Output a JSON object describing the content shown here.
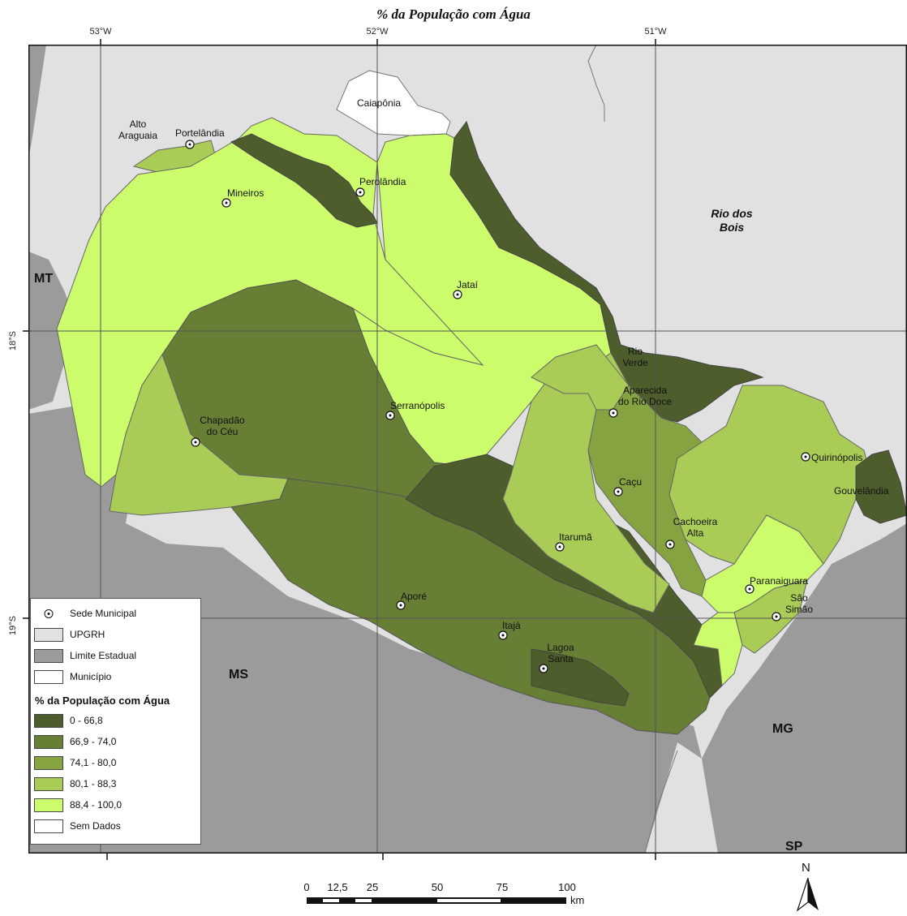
{
  "title": "% da População com Água",
  "graticule": {
    "longitudes": [
      "53°W",
      "52°W",
      "51°W"
    ],
    "latitudes": [
      "18°S",
      "19°S"
    ]
  },
  "states": {
    "mt": "MT",
    "ms": "MS",
    "mg": "MG",
    "sp": "SP"
  },
  "neighbors": {
    "caiaponia": "Caiapônia",
    "alto_araguaia_1": "Alto",
    "alto_araguaia_2": "Araguaia",
    "rio_dos_bois_1": "Rio dos",
    "rio_dos_bois_2": "Bois"
  },
  "municipalities": {
    "portelandia": "Portelândia",
    "perolandia": "Perolândia",
    "mineiros": "Mineiros",
    "jatai": "Jataí",
    "rio_verde_1": "Rio",
    "rio_verde_2": "Verde",
    "aparecida_1": "Aparecida",
    "aparecida_2": "do Rio Doce",
    "serranopolis": "Serranópolis",
    "chapadao_1": "Chapadão",
    "chapadao_2": "do Céu",
    "quirinopolis": "Quirinópolis",
    "cacu": "Caçu",
    "gouvelandia": "Gouvelândia",
    "cachoeira_1": "Cachoeira",
    "cachoeira_2": "Alta",
    "itaruma": "Itarumã",
    "paranaiguara": "Paranaiguara",
    "sao_simao_1": "São",
    "sao_simao_2": "Simão",
    "apore": "Aporé",
    "itaja": "Itajá",
    "lagoa_1": "Lagoa",
    "lagoa_2": "Santa"
  },
  "legend": {
    "sede": "Sede Municipal",
    "upgrh": "UPGRH",
    "limite": "Limite Estadual",
    "municipio": "Município",
    "title": "% da População com Água",
    "classes": [
      {
        "label": "0 - 66,8",
        "color": "#4d5e2c"
      },
      {
        "label": "66,9 - 74,0",
        "color": "#677f35"
      },
      {
        "label": "74,1 - 80,0",
        "color": "#86a341"
      },
      {
        "label": "80,1 - 88,3",
        "color": "#a9cc57"
      },
      {
        "label": "88,4 - 100,0",
        "color": "#ccfb6b"
      },
      {
        "label": "Sem Dados",
        "color": "#ffffff"
      }
    ]
  },
  "colors": {
    "upgrh": "#e1e1e1",
    "limite": "#9b9b9b",
    "municipio": "#ffffff"
  },
  "scale": {
    "ticks": [
      "0",
      "12,5",
      "25",
      "50",
      "75",
      "100"
    ],
    "unit": "km"
  },
  "north": "N"
}
